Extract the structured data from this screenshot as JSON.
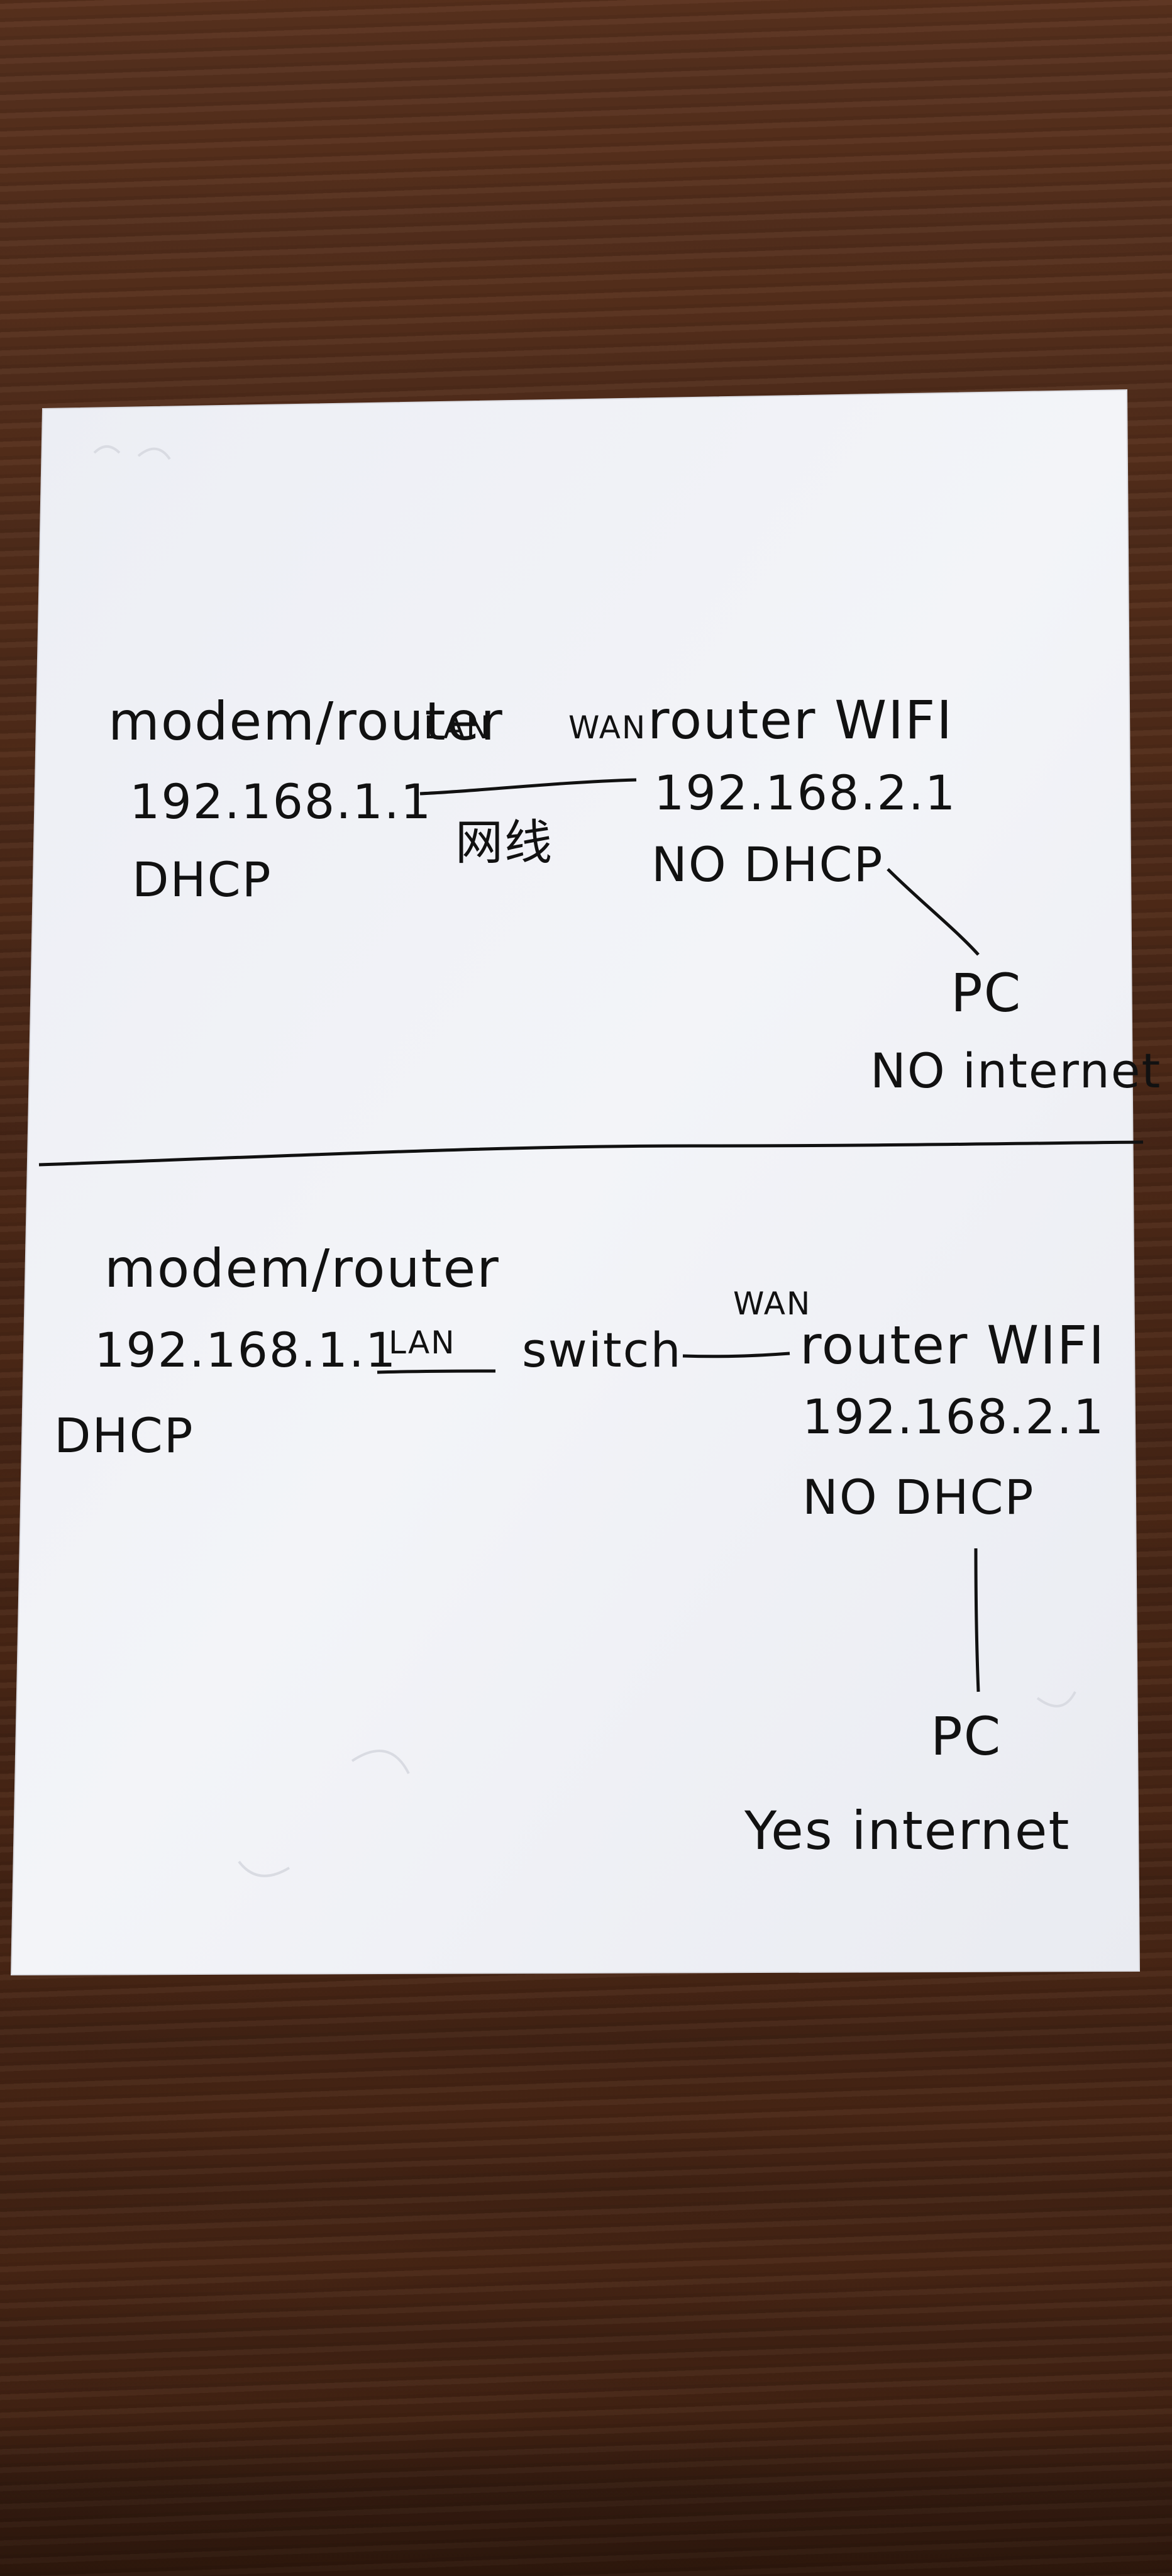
{
  "top": {
    "modem_label": "modem/router",
    "modem_ip": "192.168.1.1",
    "modem_dhcp": "DHCP",
    "lan_label": "LAN",
    "wan_label": "WAN",
    "cable_label": "网线",
    "router_label": "router WIFI",
    "router_ip": "192.168.2.1",
    "router_dhcp": "NO DHCP",
    "pc_label": "PC",
    "pc_status": "NO internet"
  },
  "bottom": {
    "modem_label": "modem/router",
    "modem_ip": "192.168.1.1",
    "modem_dhcp": "DHCP",
    "lan_label": "LAN",
    "switch_label": "switch",
    "wan_label": "WAN",
    "router_label": "router WIFI",
    "router_ip": "192.168.2.1",
    "router_dhcp": "NO DHCP",
    "pc_label": "PC",
    "pc_status": "Yes internet"
  },
  "colors": {
    "paper": "#f1f2f6",
    "ink": "#111111",
    "wood": "#4a2818"
  }
}
